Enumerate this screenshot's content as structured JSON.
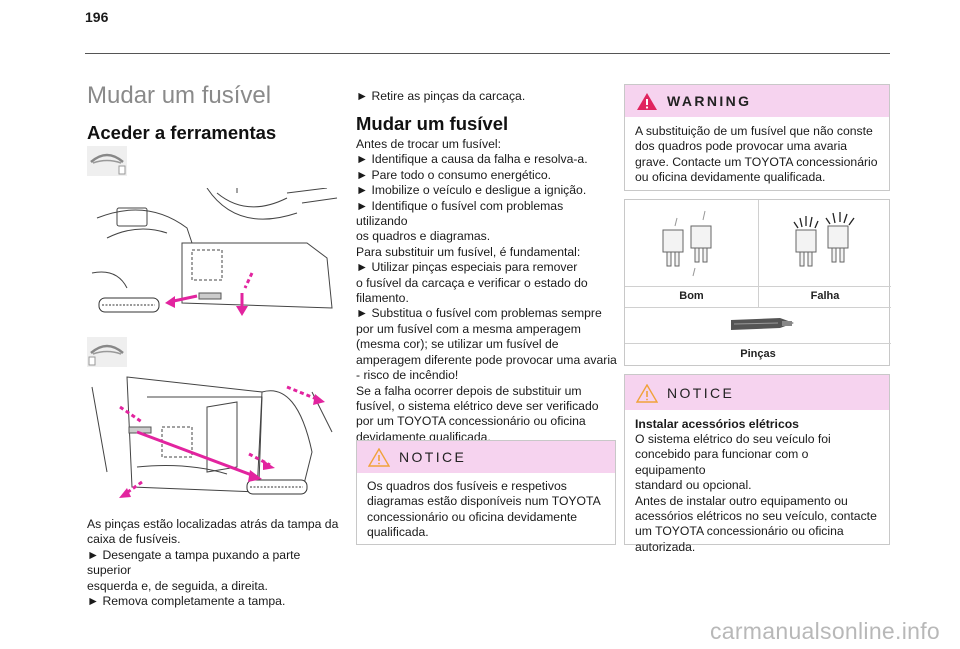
{
  "page_number": "196",
  "section_title": "Mudar um fusível",
  "col1": {
    "heading": "Aceder a ferramentas",
    "text": "As pinças estão localizadas atrás da tampa da\ncaixa de fusíveis.\n►  Desengate a tampa puxando a parte superior\nesquerda e, de seguida, a direita.\n►  Remova completamente a tampa."
  },
  "col2": {
    "intro_bullet": "►  Retire as pinças da carcaça.",
    "heading": "Mudar um fusível",
    "text": "Antes de trocar um fusível:\n►  Identifique a causa da falha e resolva-a.\n►  Pare todo o consumo energético.\n►  Imobilize o veículo e desligue a ignição.\n►  Identifique o fusível com problemas utilizando\nos quadros e diagramas.\nPara substituir um fusível, é fundamental:\n►  Utilizar pinças especiais para remover\no fusível da carcaça e verificar o estado do\nfilamento.\n►  Substitua o fusível com problemas sempre\npor um fusível com a mesma amperagem\n(mesma cor); se utilizar um fusível de\namperagem diferente pode provocar uma avaria\n- risco de incêndio!\nSe a falha ocorrer depois de substituir um\nfusível, o sistema elétrico deve ser verificado\npor um TOYOTA concessionário ou oficina\ndevidamente qualificada.",
    "notice": {
      "title": "NOTICE",
      "text": "Os quadros dos fusíveis e respetivos\ndiagramas estão disponíveis num TOYOTA\nconcessionário ou oficina devidamente\nqualificada."
    }
  },
  "col3": {
    "warning": {
      "title": "WARNING",
      "text": "A substituição de um fusível que não conste\ndos quadros pode provocar uma avaria\ngrave. Contacte um TOYOTA concessionário\nou oficina devidamente qualificada."
    },
    "fuse_table": {
      "good_label": "Bom",
      "fail_label": "Falha",
      "tweezers_label": "Pinças"
    },
    "notice": {
      "title": "NOTICE",
      "subtitle": "Instalar acessórios elétricos",
      "text": "O sistema elétrico do seu veículo foi\nconcebido para funcionar com o equipamento\nstandard ou opcional.\nAntes de instalar outro equipamento ou\nacessórios elétricos no seu veículo, contacte\num TOYOTA concessionário ou oficina\nautorizada."
    }
  },
  "watermark": "carmanualsonline.info",
  "colors": {
    "accent_pink": "#e2249f",
    "box_header": "#f6d3ef",
    "warning_red": "#e0245e",
    "notice_orange": "#f0a23a"
  },
  "icons": [
    "steering-wheel-lhd-icon",
    "steering-wheel-rhd-icon",
    "warning-triangle-icon",
    "notice-triangle-icon"
  ]
}
